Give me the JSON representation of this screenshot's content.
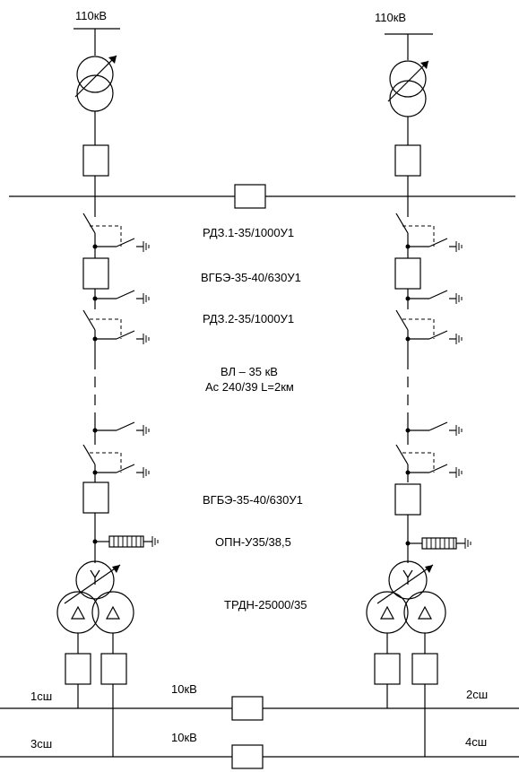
{
  "sources": {
    "left": "110кВ",
    "right": "110кВ"
  },
  "equipment": {
    "disconnector_1": "РДЗ.1-35/1000У1",
    "breaker_top": "ВГБЭ-35-40/630У1",
    "disconnector_2": "РДЗ.2-35/1000У1",
    "line_name": "ВЛ – 35 кВ",
    "line_spec": "Ас 240/39 L=2км",
    "breaker_bottom": "ВГБЭ-35-40/630У1",
    "surge_arrester": "ОПН-У35/38,5",
    "transformer": "ТРДН-25000/35"
  },
  "busbars": {
    "section_1": "1сш",
    "section_2": "2сш",
    "section_3": "3сш",
    "section_4": "4сш",
    "voltage_upper": "10кВ",
    "voltage_lower": "10кВ"
  }
}
